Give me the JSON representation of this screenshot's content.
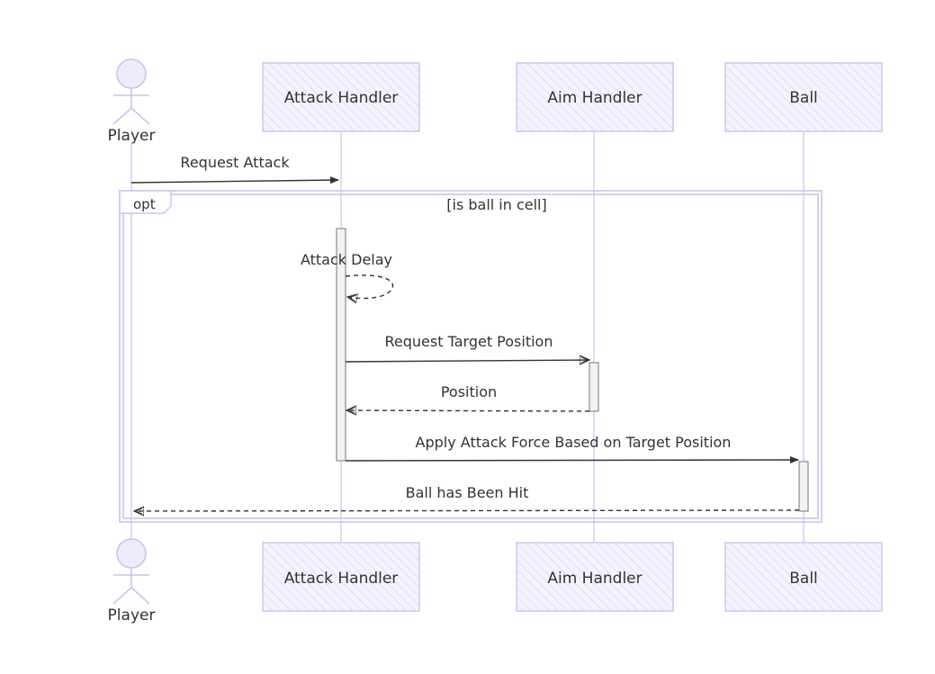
{
  "participants": [
    {
      "id": "player",
      "label": "Player",
      "kind": "actor"
    },
    {
      "id": "attack",
      "label": "Attack Handler",
      "kind": "box"
    },
    {
      "id": "aim",
      "label": "Aim Handler",
      "kind": "box"
    },
    {
      "id": "ball",
      "label": "Ball",
      "kind": "box"
    }
  ],
  "messages": [
    {
      "label": "Request Attack",
      "from": "player",
      "to": "attack",
      "style": "solid"
    },
    {
      "label": "Attack Delay",
      "from": "attack",
      "to": "attack",
      "style": "dashed"
    },
    {
      "label": "Request Target Position",
      "from": "attack",
      "to": "aim",
      "style": "solid"
    },
    {
      "label": "Position",
      "from": "aim",
      "to": "attack",
      "style": "dashed"
    },
    {
      "label": "Apply Attack Force Based on Target Position",
      "from": "attack",
      "to": "ball",
      "style": "solid"
    },
    {
      "label": "Ball has Been Hit",
      "from": "ball",
      "to": "player",
      "style": "dashed"
    }
  ],
  "frame": {
    "keyword": "opt",
    "condition": "[is ball in cell]"
  },
  "colors": {
    "box_stroke": "#cbc3ec",
    "box_fill": "#eeebfb",
    "lifeline": "#d8d2f2",
    "text": "#333333"
  }
}
